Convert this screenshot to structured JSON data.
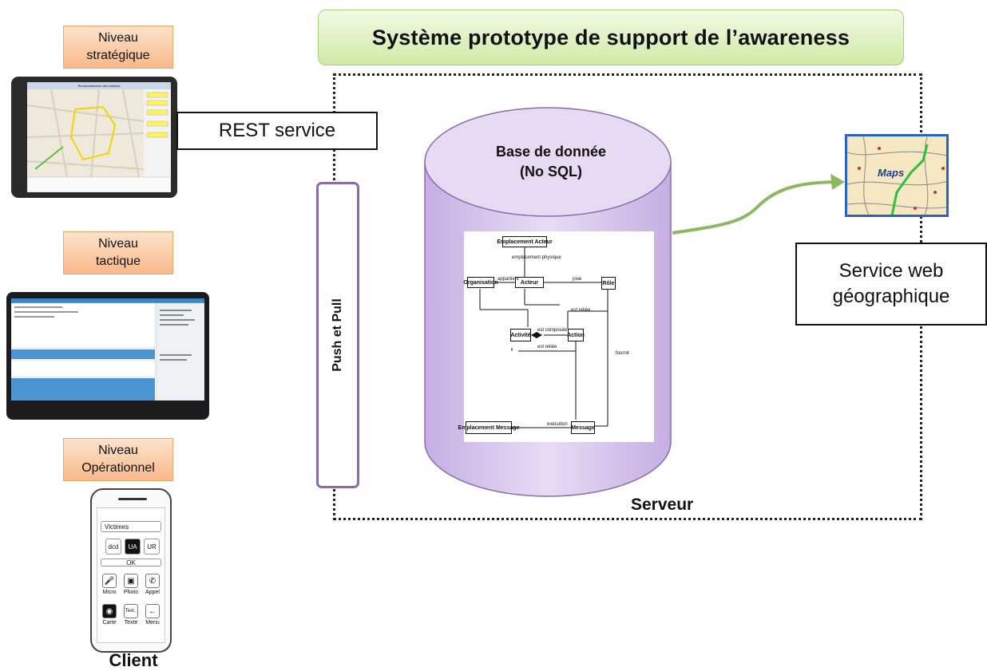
{
  "title": "Système prototype de support de l’awareness",
  "levels": {
    "strategic": [
      "Niveau",
      "stratégique"
    ],
    "tactical": [
      "Niveau",
      "tactique"
    ],
    "operational": [
      "Niveau",
      "Opérationnel"
    ]
  },
  "rest_service": "REST service",
  "push_pull": "Push et Pull",
  "database": {
    "line1": "Base de donnée",
    "line2": "(No SQL)"
  },
  "uml": {
    "classes": [
      "Emplacement Acteur",
      "Organisation",
      "Acteur",
      "Rôle",
      "Activité",
      "Action",
      "Emplacement Message",
      "Message"
    ],
    "relations": [
      "emplacement physique",
      "appartient",
      "joue",
      "est composée",
      "est reliée",
      "est reliée",
      "fournit",
      "exécution"
    ]
  },
  "map_label": "Maps",
  "geo_service": [
    "Service web",
    "géographique"
  ],
  "server_label": "Serveur",
  "client_label": "Client",
  "tablet1": {
    "heading": "Reconnaissance des victimes"
  },
  "phone": {
    "field": "Victimes",
    "options": [
      "dcd",
      "UA",
      "UR"
    ],
    "ok": "OK",
    "actions": [
      "Micro",
      "Photo",
      "Appel",
      "Carte",
      "Texte",
      "Menu"
    ],
    "text_icon": "Text.."
  },
  "colors": {
    "title_fill": "#cfeaa6",
    "level_fill": "#f8b98a",
    "db_fill": "#dcc8ef",
    "push_pull_border": "#8b6bb0",
    "arrow": "#8db861"
  }
}
